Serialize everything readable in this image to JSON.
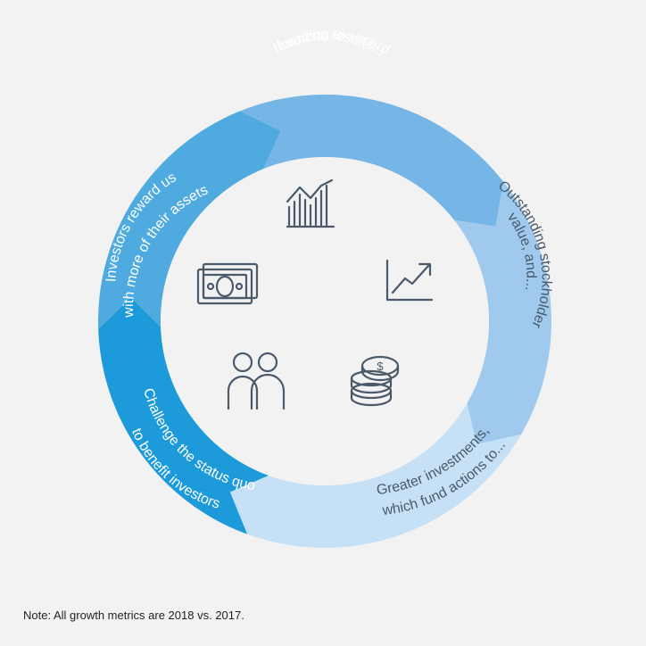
{
  "segments": [
    {
      "lines": [
        "Leading to record",
        "financial results..."
      ],
      "color": "#76b6e6",
      "text_color": "#ffffff"
    },
    {
      "lines": [
        "Outstanding stockholder",
        "value, and..."
      ],
      "color": "#9fcaee",
      "text_color": "#4a5a6a"
    },
    {
      "lines": [
        "Greater investments,",
        "which fund actions to..."
      ],
      "color": "#c6e1f6",
      "text_color": "#4a5a6a"
    },
    {
      "lines": [
        "Challenge the status quo",
        "to benefit investors"
      ],
      "color": "#1d9ad9",
      "text_color": "#ffffff"
    },
    {
      "lines": [
        "Investors reward us",
        "with more of their assets"
      ],
      "color": "#4faadf",
      "text_color": "#ffffff"
    }
  ],
  "icons": [
    "bar-chart-icon",
    "trend-up-icon",
    "coins-icon",
    "people-icon",
    "money-bill-icon"
  ],
  "colors": {
    "background": "#f2f2f2",
    "center": "#f2f2f2",
    "icon": "#4a5a6a"
  },
  "footnote": "Note: All growth metrics are 2018 vs. 2017."
}
